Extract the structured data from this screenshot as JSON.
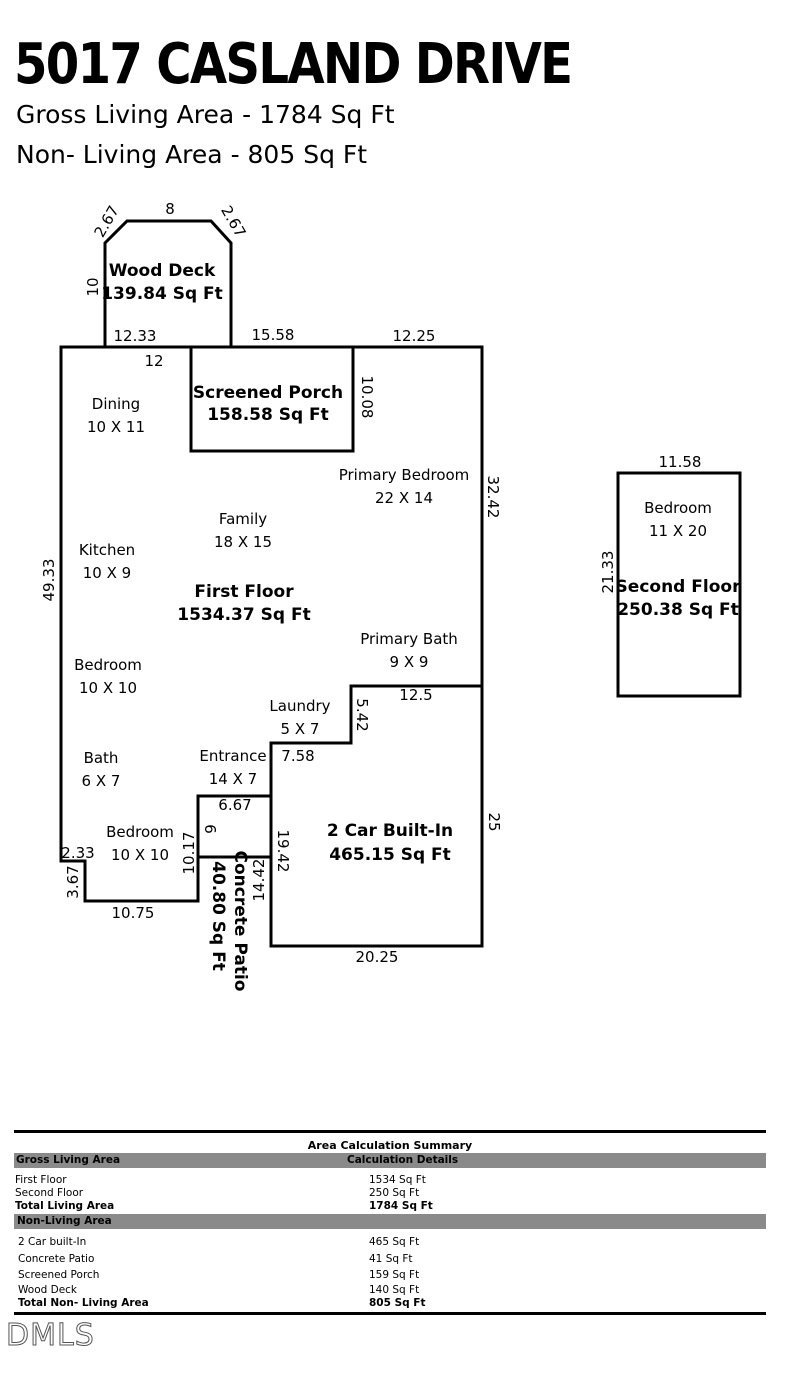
{
  "header": {
    "title": "5017 CASLAND DRIVE",
    "gross_living": "Gross Living Area - 1784 Sq Ft",
    "non_living": "Non- Living Area - 805 Sq Ft"
  },
  "plan": {
    "wood_deck": {
      "name": "Wood Deck",
      "area": "139.84 Sq Ft",
      "dims": {
        "top": "8",
        "left_diag": "2.67",
        "right_diag": "2.67",
        "side": "10",
        "base": "12.33"
      }
    },
    "screened_porch": {
      "name": "Screened Porch",
      "area": "158.58 Sq Ft",
      "dims": {
        "inner_left": "12",
        "top": "15.58",
        "right": "10.08"
      }
    },
    "first_floor": {
      "name": "First Floor",
      "area": "1534.37 Sq Ft",
      "dims": {
        "top_right": "12.25",
        "right": "32.42",
        "left": "49.33",
        "bottom_left": "2.33",
        "step": "3.67",
        "bottom": "10.75",
        "bed_right": "10.17",
        "entrance_top": "6.67",
        "entrance_side": "6",
        "laundry_step": "5.42",
        "laundry_bottom": "7.58",
        "primary_bath_bottom": "12.5"
      }
    },
    "rooms": [
      {
        "name": "Dining",
        "size": "10 X 11"
      },
      {
        "name": "Family",
        "size": "18 X 15"
      },
      {
        "name": "Primary Bedroom",
        "size": "22 X 14"
      },
      {
        "name": "Kitchen",
        "size": "10 X 9"
      },
      {
        "name": "Bedroom",
        "size": "10 X 10"
      },
      {
        "name": "Primary Bath",
        "size": "9 X 9"
      },
      {
        "name": "Laundry",
        "size": "5 X 7"
      },
      {
        "name": "Entrance",
        "size": "14 X 7"
      },
      {
        "name": "Bath",
        "size": "6 X 7"
      },
      {
        "name": "Bedroom",
        "size": "10 X 10"
      }
    ],
    "garage": {
      "name": "2 Car Built-In",
      "area": "465.15 Sq Ft",
      "dims": {
        "right": "25",
        "left": "19.42",
        "bottom": "20.25"
      }
    },
    "patio": {
      "name": "Concrete Patio",
      "area": "40.80 Sq Ft",
      "dims": {
        "side": "14.42"
      }
    },
    "second_floor": {
      "name": "Second Floor",
      "area": "250.38 Sq Ft",
      "room": "Bedroom",
      "room_size": "11 X 20",
      "dims": {
        "top": "11.58",
        "left": "21.33"
      }
    }
  },
  "summary": {
    "caption": "Area Calculation Summary",
    "living_header": "Gross Living Area",
    "details_header": "Calculation Details",
    "living_rows": [
      {
        "label": "First Floor",
        "value": "1534 Sq Ft"
      },
      {
        "label": "Second Floor",
        "value": "250 Sq Ft"
      }
    ],
    "living_total": {
      "label": "Total Living Area",
      "value": "1784 Sq Ft"
    },
    "non_living_header": "Non-Living Area",
    "non_living_rows": [
      {
        "label": "2 Car built-In",
        "value": "465 Sq Ft"
      },
      {
        "label": "Concrete Patio",
        "value": "41 Sq Ft"
      },
      {
        "label": "Screened Porch",
        "value": "159 Sq Ft"
      },
      {
        "label": "Wood Deck",
        "value": "140 Sq Ft"
      }
    ],
    "non_living_total": {
      "label": "Total Non- Living Area",
      "value": "805 Sq Ft"
    }
  },
  "logo": "DMLS"
}
